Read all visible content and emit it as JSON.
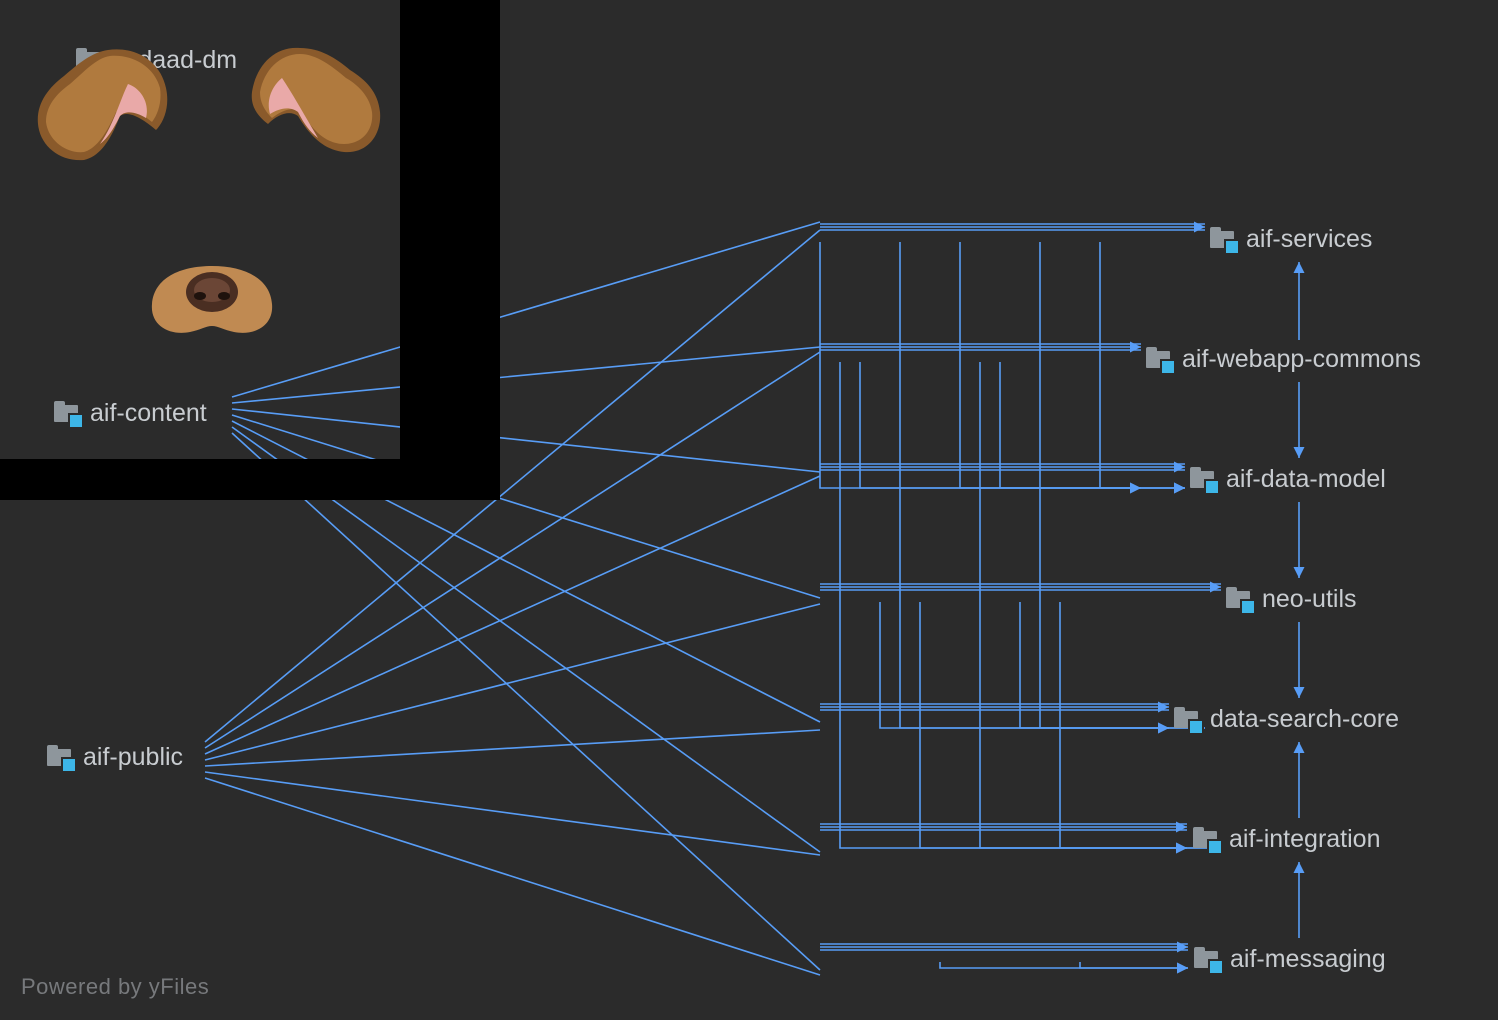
{
  "nodes": {
    "aif_services": "aif-services",
    "aif_webapp_commons": "aif-webapp-commons",
    "aif_data_model": "aif-data-model",
    "neo_utils": "neo-utils",
    "data_search_core": "data-search-core",
    "aif_integration": "aif-integration",
    "aif_messaging": "aif-messaging",
    "aif_content": "aif-content",
    "aif_public": "aif-public",
    "imdaad_dm": "imdaad-dm"
  },
  "watermark": "Powered by yFiles",
  "colors": {
    "background": "#2b2b2b",
    "edge": "#589df6",
    "label": "#c8ccd0",
    "module_icon_folder": "#8e969c",
    "module_icon_badge": "#3db6e8",
    "overlay": "#000000"
  },
  "overlay": {
    "stickers": [
      "dog-ear-left",
      "dog-ear-right",
      "dog-nose"
    ]
  }
}
